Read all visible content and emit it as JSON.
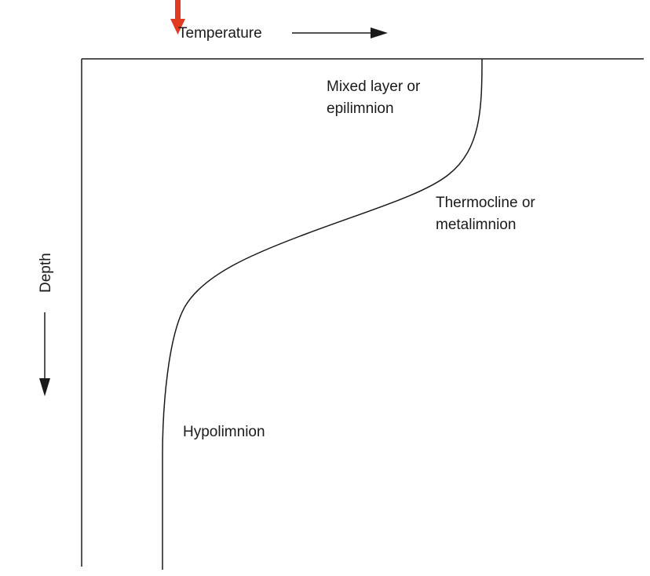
{
  "diagram": {
    "x_axis_label": "Temperature",
    "y_axis_label": "Depth",
    "zones": {
      "mixed_layer": [
        "Mixed layer or",
        "epilimnion"
      ],
      "thermocline": [
        "Thermocline or",
        "metalimnion"
      ],
      "hypolimnion": [
        "Hypolimnion"
      ]
    },
    "colors": {
      "line": "#1a1a1a",
      "pointer": "#e03a20"
    },
    "icons": {
      "temperature_arrow": "arrow-right-icon",
      "depth_arrow": "arrow-down-icon",
      "pointer": "red-arrow-down-icon"
    }
  }
}
